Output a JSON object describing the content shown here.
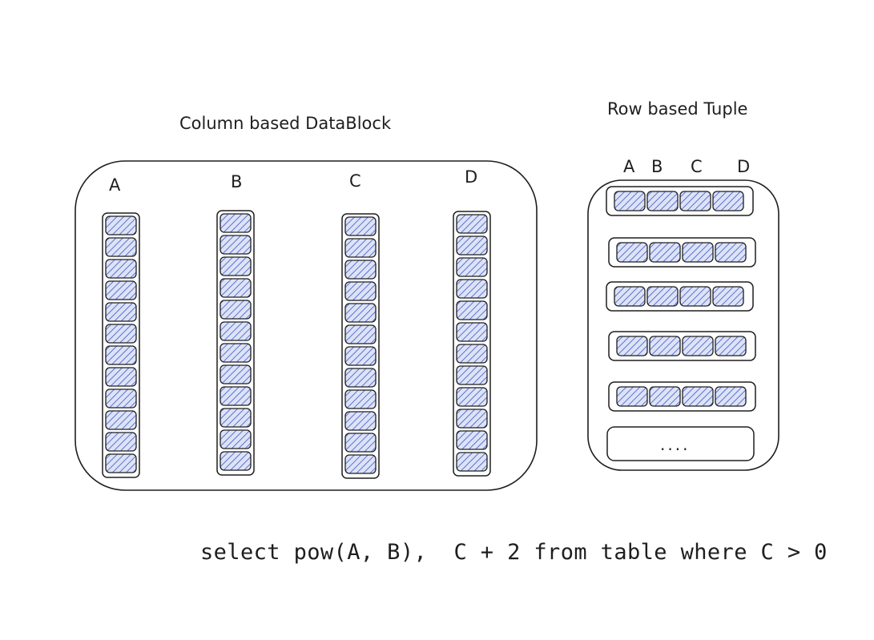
{
  "column_block": {
    "title": "Column based DataBlock",
    "columns": [
      {
        "label": "A",
        "cells": 12
      },
      {
        "label": "B",
        "cells": 12
      },
      {
        "label": "C",
        "cells": 12
      },
      {
        "label": "D",
        "cells": 12
      }
    ]
  },
  "row_block": {
    "title": "Row based Tuple",
    "column_labels": [
      "A",
      "B",
      "C",
      "D"
    ],
    "rows": 5,
    "cells_per_row": 4,
    "more_label": "...."
  },
  "query": "select pow(A, B),  C + 2 from table where C > 0",
  "colors": {
    "stroke": "#1e1e1e",
    "cell_fill": "#a5b4e8",
    "hatch": "#4a63c9"
  }
}
